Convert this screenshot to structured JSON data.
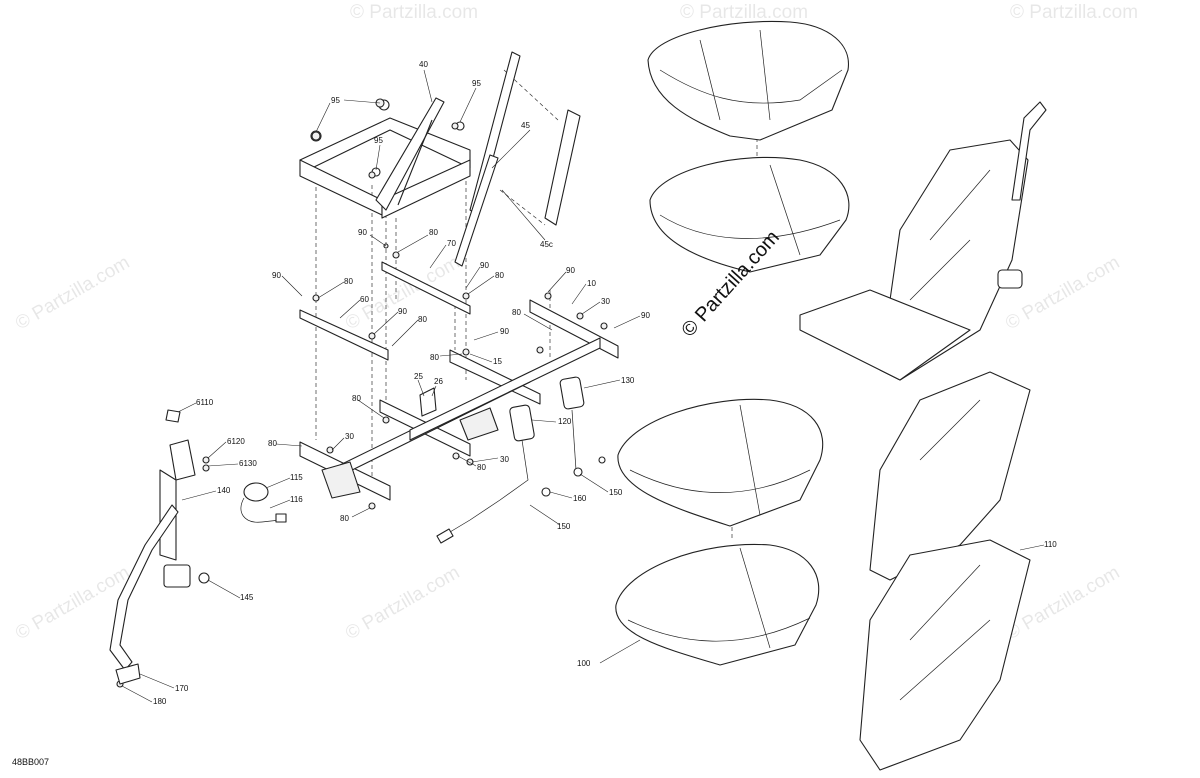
{
  "diagram_ref": "48BB007",
  "watermark": "© Partzilla.com",
  "callouts": {
    "c40": "40",
    "c95a": "95",
    "c95b": "95",
    "c95c": "95",
    "c45": "45",
    "c45c": "45c",
    "c90a": "90",
    "c80a": "80",
    "c70": "70",
    "c90b": "90",
    "c80b": "80",
    "c90c": "90",
    "c80c": "80",
    "c60": "60",
    "c90d": "90",
    "c80d": "80",
    "c90e": "90",
    "c10": "10",
    "c80e": "80",
    "c30a": "30",
    "c90f": "90",
    "c90g": "90",
    "c80f": "80",
    "c15": "15",
    "c25": "25",
    "c26": "26",
    "c80g": "80",
    "c80h": "80",
    "c30b": "30",
    "c80i": "80",
    "c30c": "30",
    "c80j": "80",
    "c130": "130",
    "c120": "120",
    "c160": "160",
    "c150a": "150",
    "c150b": "150",
    "c6110": "6110",
    "c6120": "6120",
    "c6130": "6130",
    "c140": "140",
    "c115": "115",
    "c116": "116",
    "c145": "145",
    "c170": "170",
    "c180": "180",
    "c100": "100",
    "c110": "110"
  }
}
